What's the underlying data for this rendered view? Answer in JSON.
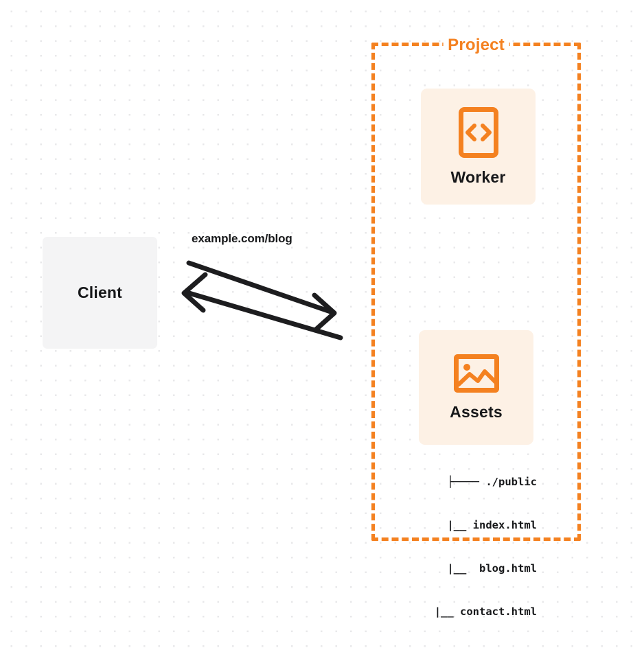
{
  "diagram": {
    "title": "Client to Project request flow",
    "colors": {
      "accent_orange": "#f48120",
      "card_background": "#fdf1e5",
      "client_background": "#f4f4f5",
      "text_dark": "#17181a",
      "canvas_background": "#ffffff",
      "dot_grid": "#e8e8ea"
    }
  },
  "client": {
    "label": "Client",
    "icon": "client-box-icon"
  },
  "connection": {
    "request_label": "example.com/blog",
    "outbound_arrow": "arrow-right-icon",
    "inbound_arrow": "arrow-left-icon"
  },
  "project": {
    "title": "Project",
    "nodes": [
      {
        "id": "worker",
        "label": "Worker",
        "icon": "code-brackets-icon"
      },
      {
        "id": "assets",
        "label": "Assets",
        "icon": "image-picture-icon"
      }
    ],
    "file_tree": {
      "lines": [
        "├──── ./public",
        "     |__ index.html",
        "     |__  blog.html",
        "|__ contact.html"
      ],
      "root": "./public",
      "files": [
        "index.html",
        "blog.html",
        "contact.html"
      ]
    }
  }
}
